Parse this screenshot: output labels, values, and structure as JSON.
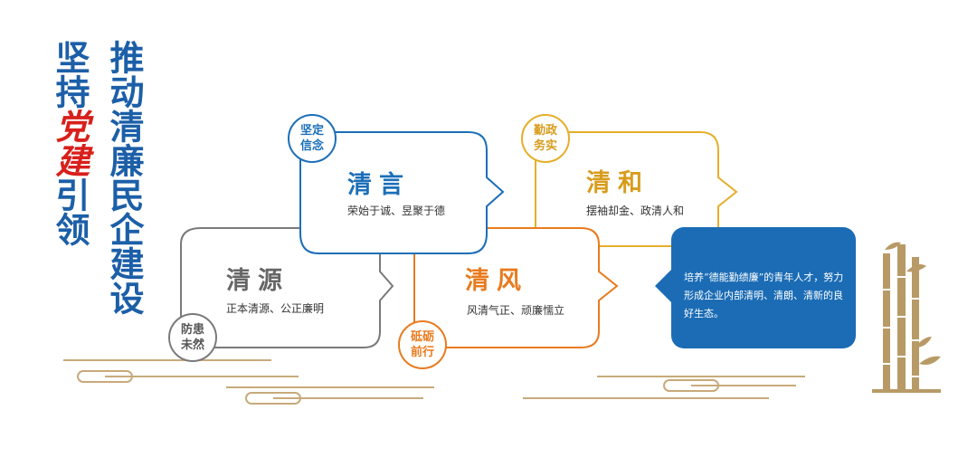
{
  "title": {
    "col1_pre": "坚持",
    "col1_red": "党建",
    "col1_post": "引领",
    "col2": "推动清廉民企建设"
  },
  "cards": [
    {
      "id": "yuan",
      "title": "清源",
      "subtitle": "正本清源、公正廉明",
      "badge": "防患未然",
      "color": "#7a7a7a"
    },
    {
      "id": "yan",
      "title": "清言",
      "subtitle": "荣始于诚、昱聚于德",
      "badge": "坚定信念",
      "color": "#1c6fb8"
    },
    {
      "id": "feng",
      "title": "清风",
      "subtitle": "风清气正、顽廉懦立",
      "badge": "砥砺前行",
      "color": "#e87b1e"
    },
    {
      "id": "he",
      "title": "清和",
      "subtitle": "摆袖却金、政清人和",
      "badge": "勤政务实",
      "color": "#e6ae2a"
    }
  ],
  "info_text": "培养“德能勤绩廉”的青年人才，努力形成企业内部清明、清朗、清新的良好生态。",
  "colors": {
    "blue": "#1c5fa8",
    "red": "#d8201c",
    "deco": "#c8aa7a",
    "bamboo": "#b89a66",
    "info_bg": "#1b6cb5"
  }
}
